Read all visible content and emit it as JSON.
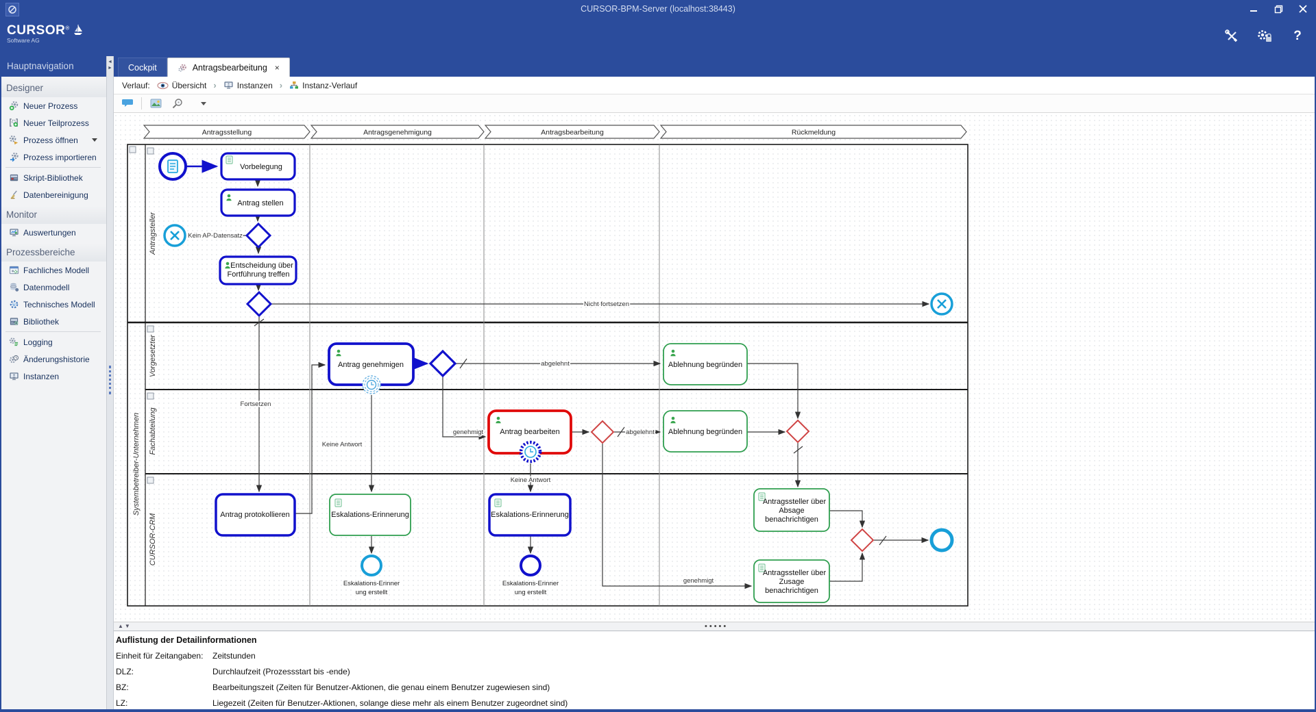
{
  "window": {
    "title": "CURSOR-BPM-Server (localhost:38443)",
    "logo": {
      "name": "CURSOR",
      "reg": "®",
      "sub": "Software AG"
    },
    "help_glyph": "?"
  },
  "tabs": [
    {
      "label": "Cockpit"
    },
    {
      "label": "Antragsbearbeitung",
      "close_glyph": "×"
    }
  ],
  "breadcrumb": {
    "prefix": "Verlauf:",
    "separator": "›",
    "items": [
      {
        "label": "Übersicht"
      },
      {
        "label": "Instanzen"
      },
      {
        "label": "Instanz-Verlauf"
      }
    ]
  },
  "sidebar": {
    "title": "Hauptnavigation",
    "sections": [
      {
        "title": "Designer",
        "items": [
          {
            "label": "Neuer Prozess"
          },
          {
            "label": "Neuer Teilprozess"
          },
          {
            "label": "Prozess öffnen"
          },
          {
            "label": "Prozess importieren"
          },
          {
            "label": "Skript-Bibliothek"
          },
          {
            "label": "Datenbereinigung"
          }
        ]
      },
      {
        "title": "Monitor",
        "items": [
          {
            "label": "Auswertungen"
          }
        ]
      },
      {
        "title": "Prozessbereiche",
        "items": [
          {
            "label": "Fachliches Modell"
          },
          {
            "label": "Datenmodell"
          },
          {
            "label": "Technisches Modell"
          },
          {
            "label": "Bibliothek"
          },
          {
            "label": "Logging"
          },
          {
            "label": "Änderungshistorie"
          },
          {
            "label": "Instanzen"
          }
        ]
      }
    ]
  },
  "diagram": {
    "phases": [
      "Antragsstellung",
      "Antragsgenehmigung",
      "Antragsbearbeitung",
      "Rückmeldung"
    ],
    "pools": {
      "pool1": "Antragsteller",
      "pool2": "Systembetreiber-Unternehmen",
      "lanes": [
        "Vorgesetzter",
        "Fachabteilung",
        "CURSOR-CRM"
      ]
    },
    "labels": {
      "vorbelegung": "Vorbelegung",
      "antrag_stellen": "Antrag stellen",
      "entscheidung_l1": "Entscheidung über",
      "entscheidung_l2": "Fortführung treffen",
      "antrag_genehmigen": "Antrag genehmigen",
      "ablehnung_begruenden": "Ablehnung begründen",
      "antrag_bearbeiten": "Antrag bearbeiten",
      "antrag_protokollieren": "Antrag protokollieren",
      "eskalations_erinnerung": "Eskalations-Erinnerung",
      "benachrichtigen_l1": "Antragssteller über",
      "absage": "Absage",
      "zusage": "Zusage",
      "benachrichtigen_l3": "benachrichtigen",
      "kein_ap": "Kein AP-Datensatz",
      "nicht_fortsetzen": "Nicht fortsetzen",
      "fortsetzen": "Fortsetzen",
      "abgelehnt": "abgelehnt",
      "genehmigt": "genehmigt",
      "keine_antwort": "Keine Antwort",
      "erstellt_l1": "Eskalations-Erinner",
      "erstellt_l2": "ung erstellt"
    },
    "colors": {
      "task_blue": "#1111cc",
      "task_green": "#2f9e4f",
      "task_red": "#e00a0a",
      "event_cyan": "#189fd8",
      "gateway_red": "#cf4444",
      "chrome_blue": "#2b4c9c"
    }
  },
  "details": {
    "title": "Auflistung der Detailinformationen",
    "rows": [
      [
        "Einheit für Zeitangaben:",
        "Zeitstunden"
      ],
      [
        "DLZ:",
        "Durchlaufzeit (Prozessstart bis -ende)"
      ],
      [
        "BZ:",
        "Bearbeitungszeit (Zeiten für Benutzer-Aktionen, die genau einem Benutzer zugewiesen sind)"
      ],
      [
        "LZ:",
        "Liegezeit (Zeiten für Benutzer-Aktionen, solange diese mehr als einem Benutzer zugeordnet sind)"
      ]
    ]
  }
}
